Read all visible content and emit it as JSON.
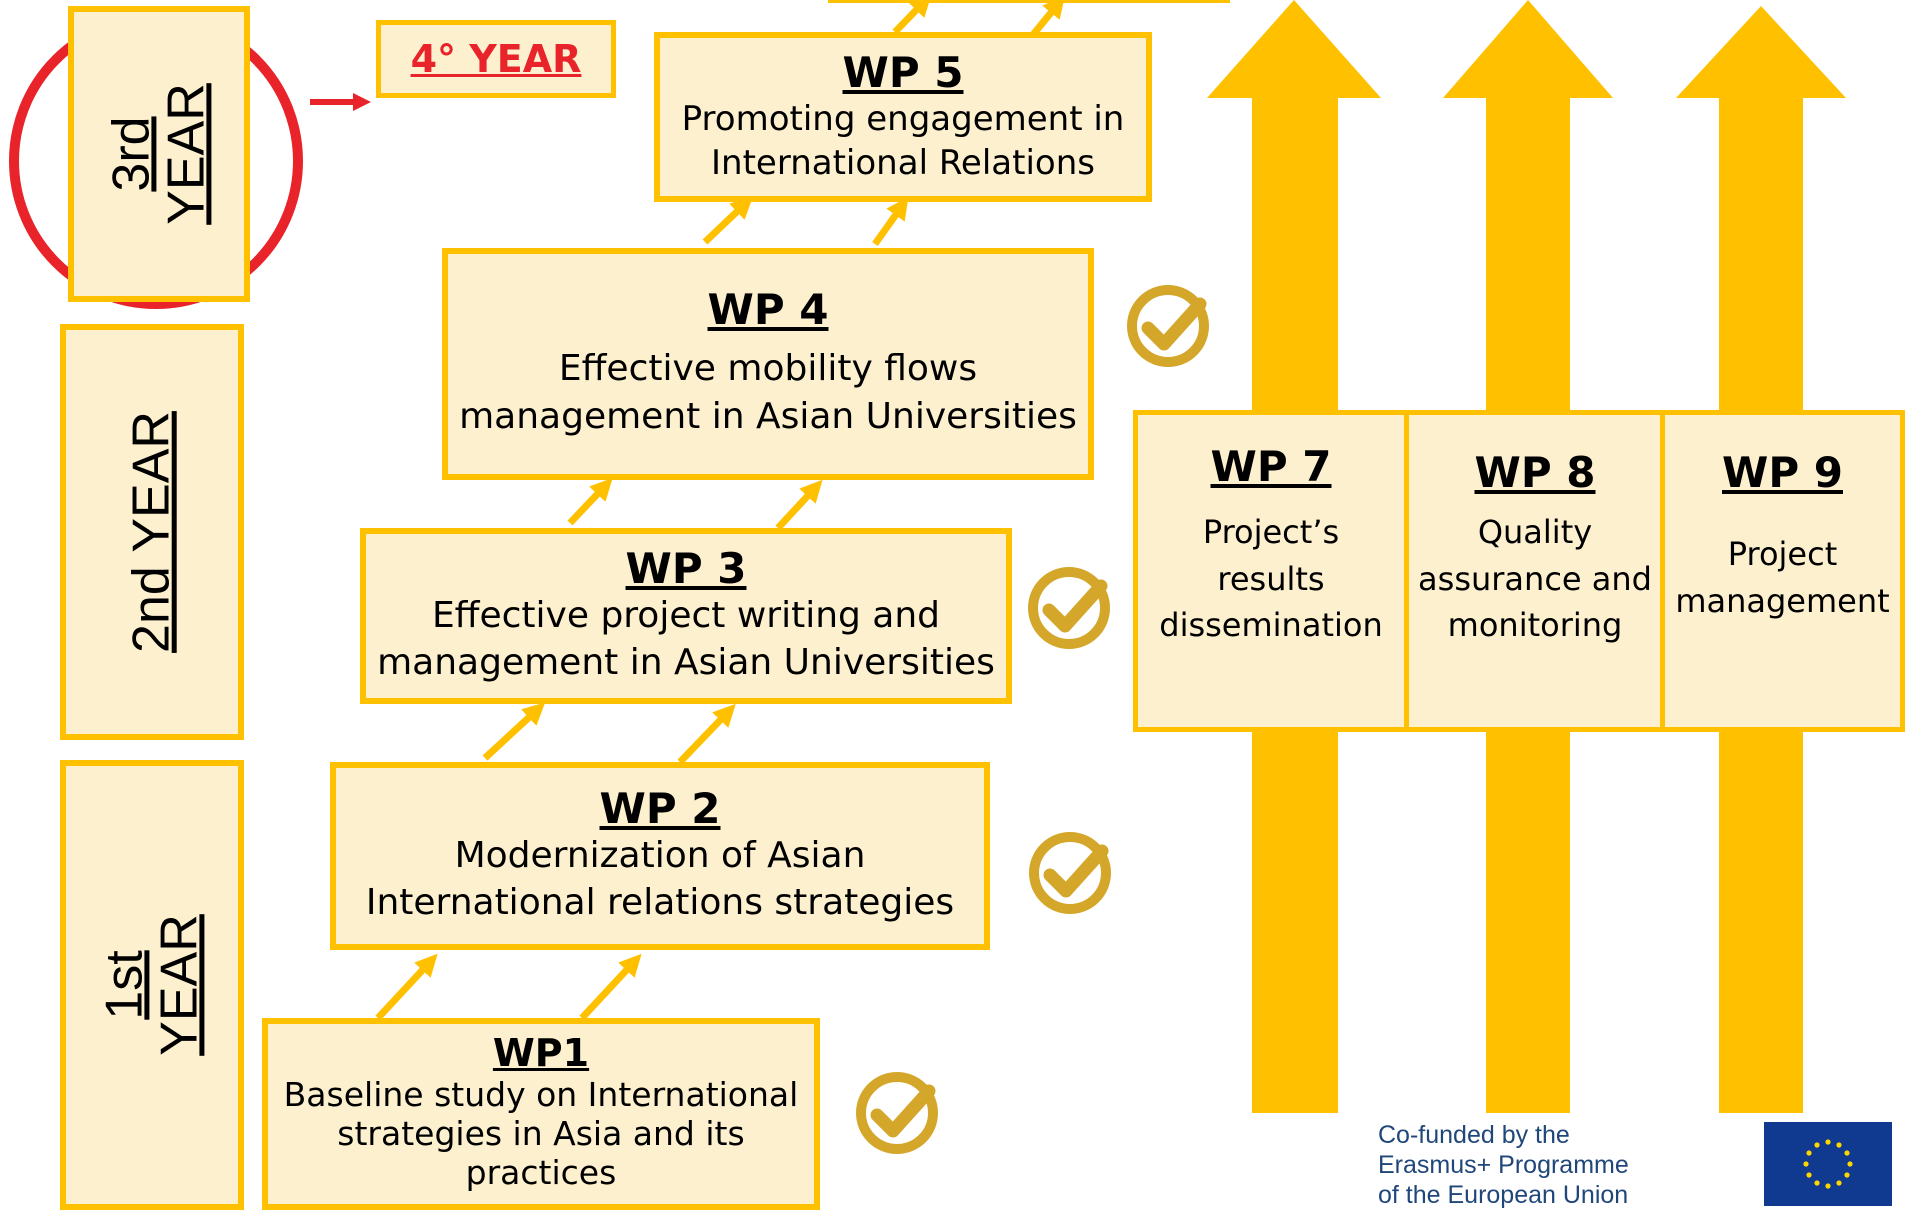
{
  "years": {
    "first": [
      "1st",
      "YEAR"
    ],
    "second": "2nd  YEAR",
    "third": [
      "3rd",
      "YEAR"
    ],
    "fourth": "4° YEAR"
  },
  "work_packages": {
    "wp1": {
      "title": "WP1",
      "desc": [
        "Baseline study on International",
        "strategies in Asia and its",
        "practices"
      ]
    },
    "wp2": {
      "title": "WP 2",
      "desc": [
        "Modernization of Asian",
        "International relations strategies"
      ]
    },
    "wp3": {
      "title": "WP 3",
      "desc": [
        "Effective project writing and",
        "management in Asian Universities"
      ]
    },
    "wp4": {
      "title": "WP 4",
      "desc": [
        "Effective mobility flows",
        "management in Asian Universities"
      ]
    },
    "wp5": {
      "title": "WP 5",
      "desc": [
        "Promoting engagement in",
        "International Relations"
      ]
    },
    "wp7": {
      "title": "WP 7",
      "desc": [
        "Project’s",
        "results",
        "dissemination"
      ]
    },
    "wp8": {
      "title": "WP 8",
      "desc": [
        "Quality",
        "assurance and",
        "monitoring"
      ]
    },
    "wp9": {
      "title": "WP 9",
      "desc": [
        "Project",
        "management"
      ]
    }
  },
  "funding": [
    "Co-funded by the",
    "Erasmus+ Programme",
    "of the European Union"
  ],
  "colors": {
    "accent": "#ffc000",
    "box_fill": "#fdf0cf",
    "highlight": "#e8232a",
    "check": "#d4a62a",
    "eu_blue": "#0f3a8f",
    "eu_star": "#ffd700"
  }
}
